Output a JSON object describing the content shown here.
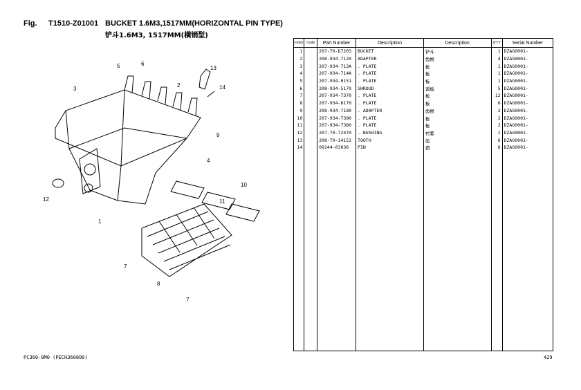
{
  "header": {
    "fig_label": "Fig.",
    "fig_number": "T1510-Z01001",
    "title_en": "BUCKET 1.6M3,1517MM(HORIZONTAL PIN TYPE)",
    "title_cn": "铲斗1.6M3, 1517MM(横销型)"
  },
  "table": {
    "columns": [
      "Index",
      "Code",
      "Part Number",
      "Description",
      "Description",
      "Q'TY",
      "Serial Number"
    ],
    "rows": [
      {
        "index": "1",
        "code": "",
        "part": "207-70-D7203",
        "desc": "BUCKET",
        "desc_cn": "铲斗",
        "qty": "1",
        "serial": "DZAG0001-"
      },
      {
        "index": "2",
        "code": "",
        "part": "208-934-7120",
        "desc": "ADAPTER",
        "desc_cn": "齿根",
        "qty": "4",
        "serial": "DZAG0001-"
      },
      {
        "index": "3",
        "code": "",
        "part": "207-934-713A",
        "desc": ". PLATE",
        "desc_cn": "板",
        "qty": "1",
        "serial": "DZAG0001-"
      },
      {
        "index": "4",
        "code": "",
        "part": "207-934-714A",
        "desc": ". PLATE",
        "desc_cn": "板",
        "qty": "1",
        "serial": "DZAG0001-"
      },
      {
        "index": "5",
        "code": "",
        "part": "207-934-0151",
        "desc": ". PLATE",
        "desc_cn": "板",
        "qty": "1",
        "serial": "DZAG0001-"
      },
      {
        "index": "6",
        "code": "",
        "part": "208-934-5170",
        "desc": "SHROUD",
        "desc_cn": "遮板",
        "qty": "5",
        "serial": "DZAG0001-"
      },
      {
        "index": "7",
        "code": "",
        "part": "207-934-7370",
        "desc": ". PLATE",
        "desc_cn": "板",
        "qty": "12",
        "serial": "DZAG0001-"
      },
      {
        "index": "8",
        "code": "",
        "part": "207-934-6170",
        "desc": ". PLATE",
        "desc_cn": "板",
        "qty": "6",
        "serial": "DZAG0001-"
      },
      {
        "index": "9",
        "code": "",
        "part": "208-934-7180",
        "desc": ". ADAPTER",
        "desc_cn": "齿根",
        "qty": "2",
        "serial": "DZAG0001-"
      },
      {
        "index": "10",
        "code": "",
        "part": "207-934-7390",
        "desc": ". PLATE",
        "desc_cn": "板",
        "qty": "2",
        "serial": "DZAG0001-"
      },
      {
        "index": "11",
        "code": "",
        "part": "207-934-7380",
        "desc": ". PLATE",
        "desc_cn": "板",
        "qty": "2",
        "serial": "DZAG0001-"
      },
      {
        "index": "12",
        "code": "",
        "part": "207-70-72470",
        "desc": ". BUSHING",
        "desc_cn": "衬套",
        "qty": "1",
        "serial": "DZAG0001-"
      },
      {
        "index": "13",
        "code": "",
        "part": "208-70-14152",
        "desc": "TOOTH",
        "desc_cn": "齿",
        "qty": "6",
        "serial": "DZAG0001-"
      },
      {
        "index": "14",
        "code": "",
        "part": "09244-03036",
        "desc": "PIN",
        "desc_cn": "销",
        "qty": "6",
        "serial": "DZAG0001-"
      }
    ]
  },
  "callouts": [
    "5",
    "6",
    "13",
    "3",
    "2",
    "14",
    "9",
    "4",
    "10",
    "11",
    "12",
    "1",
    "7",
    "8",
    "7"
  ],
  "footer": {
    "model": "PC360-8M0 (PECH360800)",
    "page": "429"
  }
}
